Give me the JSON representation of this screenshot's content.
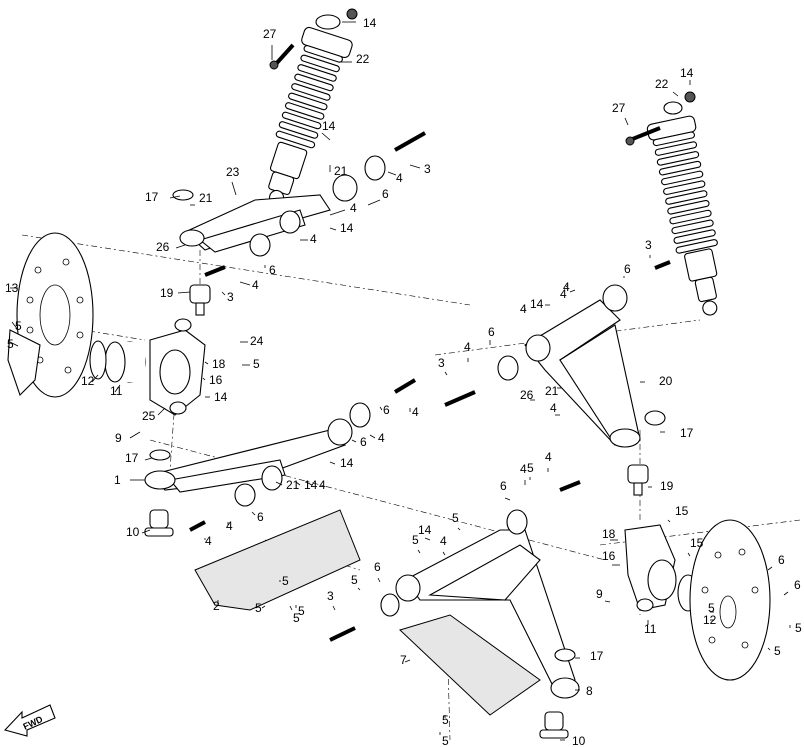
{
  "diagram": {
    "callouts": [
      "1",
      "2",
      "3",
      "4",
      "5",
      "6",
      "7",
      "8",
      "9",
      "10",
      "11",
      "12",
      "13",
      "14",
      "15",
      "16",
      "17",
      "18",
      "19",
      "20",
      "21",
      "22",
      "23",
      "24",
      "25",
      "26",
      "27"
    ],
    "fwd_label": "FWD"
  }
}
